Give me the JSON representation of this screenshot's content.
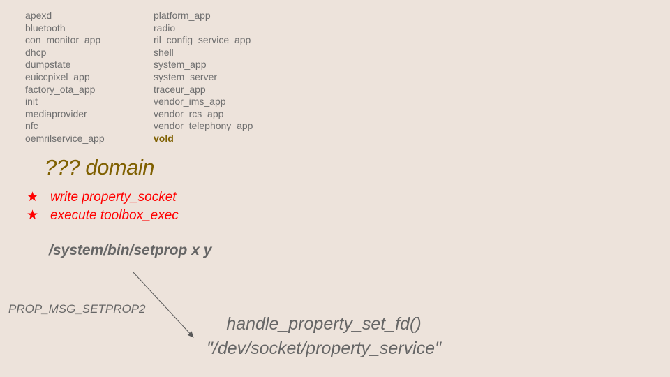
{
  "domains_left": [
    "apexd",
    "bluetooth",
    "con_monitor_app",
    "dhcp",
    "dumpstate",
    "euiccpixel_app",
    "factory_ota_app",
    "init",
    "mediaprovider",
    "nfc",
    "oemrilservice_app"
  ],
  "domains_right": [
    "platform_app",
    "radio",
    "ril_config_service_app",
    "shell",
    "system_app",
    "system_server",
    "traceur_app",
    "vendor_ims_app",
    "vendor_rcs_app",
    "vendor_telephony_app"
  ],
  "highlighted_domain": "vold",
  "title": "??? domain",
  "permissions": [
    {
      "icon": "star-icon",
      "glyph": "★",
      "text": "write property_socket"
    },
    {
      "icon": "star-icon",
      "glyph": "★",
      "text": "execute toolbox_exec"
    }
  ],
  "command": "/system/bin/setprop x y",
  "message": "PROP_MSG_SETPROP2",
  "handler": "handle_property_set_fd()",
  "socket": "\"/dev/socket/property_service\"",
  "colors": {
    "background": "#ede3db",
    "accent": "#7f6000",
    "permission": "#ff0000",
    "text": "#666666"
  }
}
